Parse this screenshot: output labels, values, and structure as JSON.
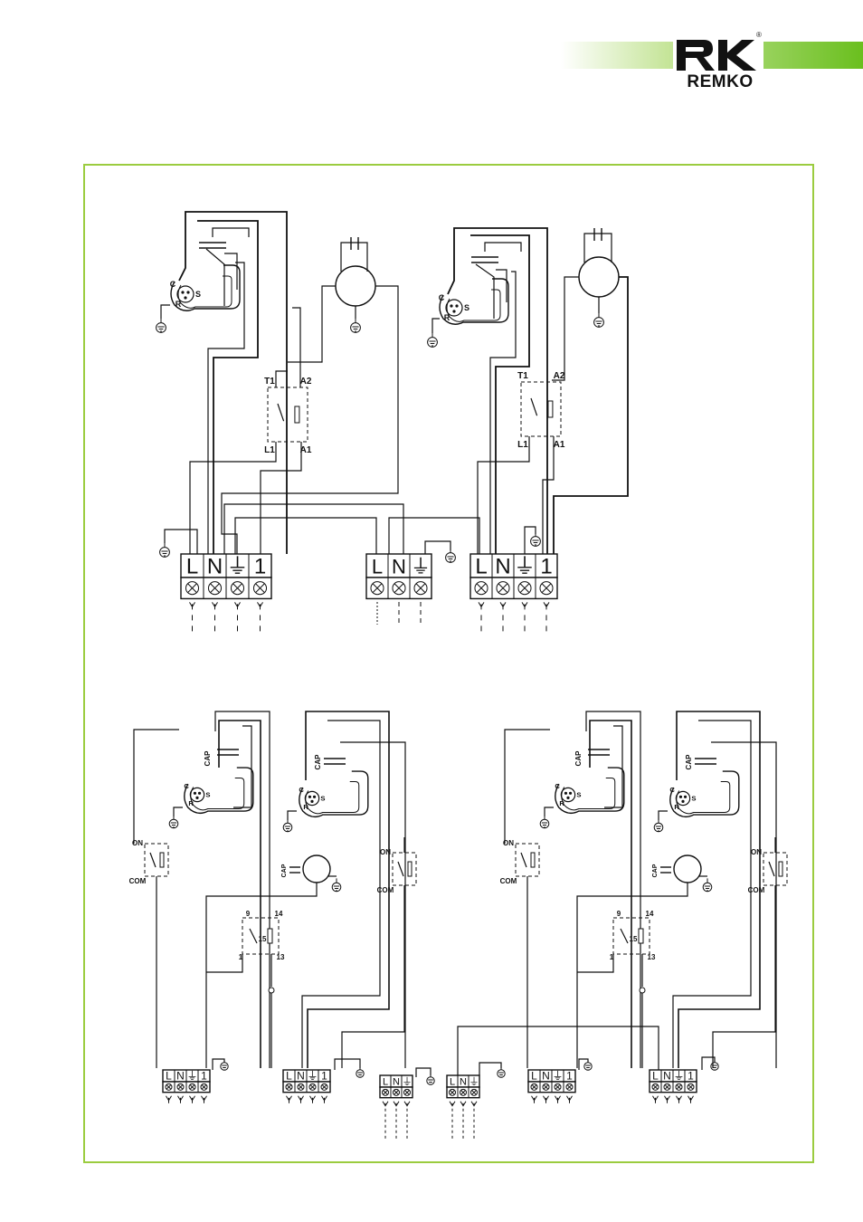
{
  "logo": {
    "text": "REMKO",
    "registered": "®"
  },
  "colors": {
    "frame": "#9bcc3f",
    "band_start": "#ffffff",
    "band_end": "#6abf1e",
    "ink": "#111111"
  },
  "labels": {
    "compressor_c": "C",
    "compressor_s": "S",
    "compressor_r": "R",
    "relay_t1": "T1",
    "relay_a2": "A2",
    "relay_l1": "L1",
    "relay_a1": "A1",
    "cap": "CAP",
    "switch_on": "ON",
    "switch_com": "COM",
    "contact_9": "9",
    "contact_14": "14",
    "contact_15": "15",
    "contact_1": "1",
    "contact_13": "13"
  },
  "terminal_blocks": {
    "four": [
      "L",
      "N",
      "⏚",
      "1"
    ],
    "three": [
      "L",
      "N",
      "⏚"
    ]
  }
}
